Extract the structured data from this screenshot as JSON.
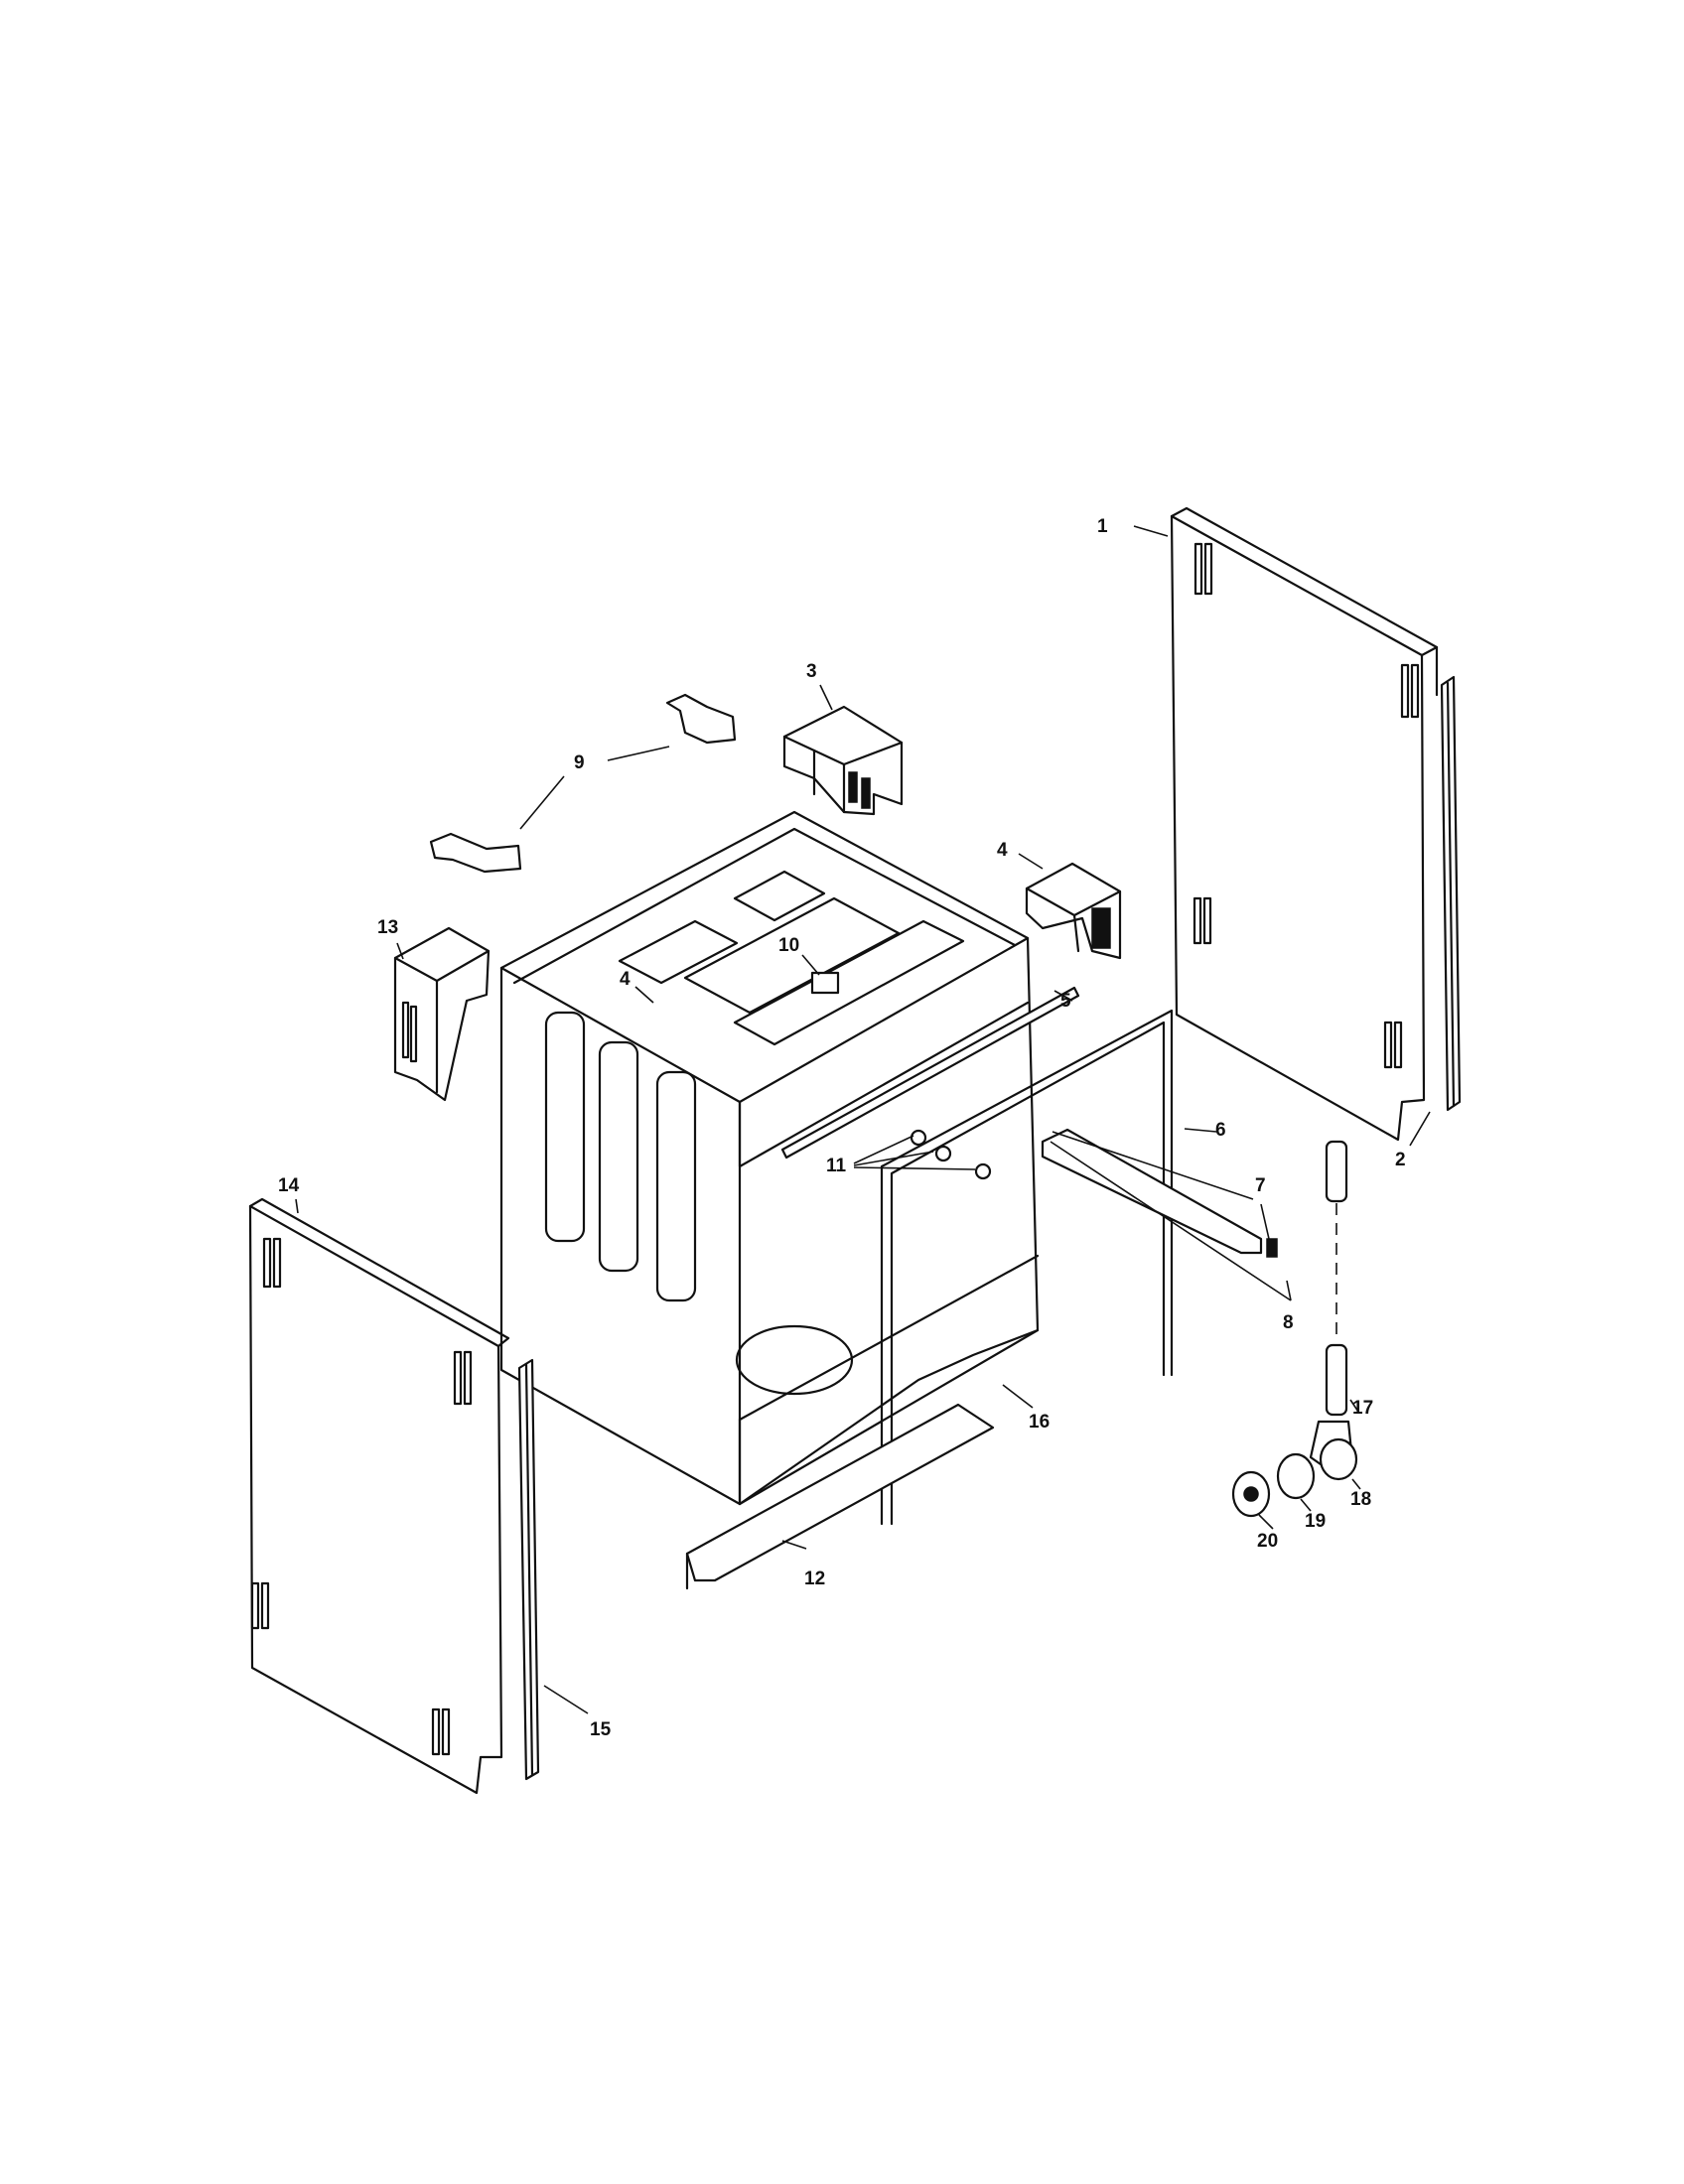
{
  "diagram": {
    "callouts": [
      {
        "id": "c1",
        "label": "1"
      },
      {
        "id": "c2",
        "label": "2"
      },
      {
        "id": "c3",
        "label": "3"
      },
      {
        "id": "c4a",
        "label": "4"
      },
      {
        "id": "c4b",
        "label": "4"
      },
      {
        "id": "c5",
        "label": "5"
      },
      {
        "id": "c6",
        "label": "6"
      },
      {
        "id": "c7",
        "label": "7"
      },
      {
        "id": "c8",
        "label": "8"
      },
      {
        "id": "c9",
        "label": "9"
      },
      {
        "id": "c10",
        "label": "10"
      },
      {
        "id": "c11",
        "label": "11"
      },
      {
        "id": "c12",
        "label": "12"
      },
      {
        "id": "c13",
        "label": "13"
      },
      {
        "id": "c14",
        "label": "14"
      },
      {
        "id": "c15",
        "label": "15"
      },
      {
        "id": "c16",
        "label": "16"
      },
      {
        "id": "c17",
        "label": "17"
      },
      {
        "id": "c18",
        "label": "18"
      },
      {
        "id": "c19",
        "label": "19"
      },
      {
        "id": "c20",
        "label": "20"
      }
    ]
  }
}
